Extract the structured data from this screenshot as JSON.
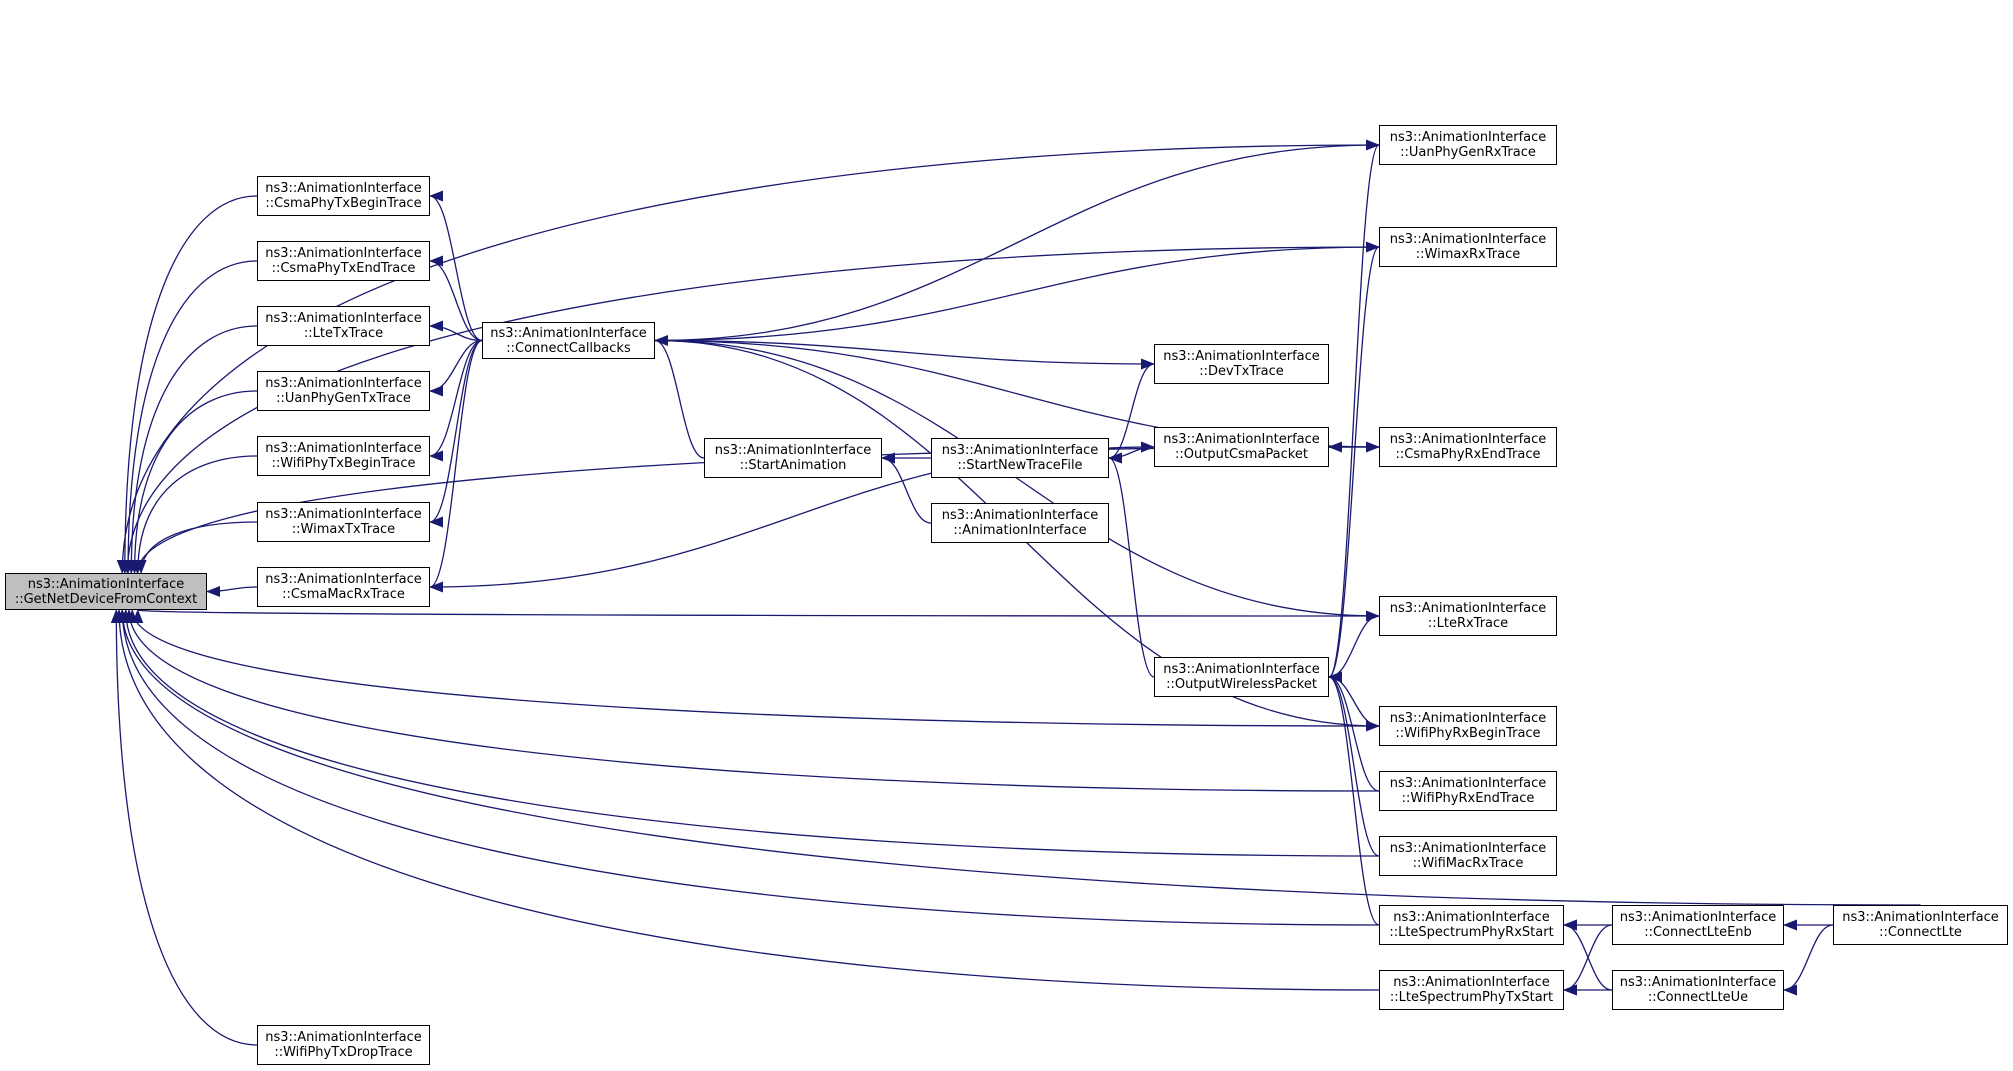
{
  "colors": {
    "edge": "#191970",
    "node_border": "#000000",
    "node_fill": "#ffffff",
    "root_fill": "#bfbfbf"
  },
  "nodes": [
    {
      "id": "GetNetDeviceFromContext",
      "line1": "ns3::AnimationInterface",
      "line2": "::GetNetDeviceFromContext",
      "root": true
    },
    {
      "id": "CsmaPhyTxBeginTrace",
      "line1": "ns3::AnimationInterface",
      "line2": "::CsmaPhyTxBeginTrace"
    },
    {
      "id": "CsmaPhyTxEndTrace",
      "line1": "ns3::AnimationInterface",
      "line2": "::CsmaPhyTxEndTrace"
    },
    {
      "id": "LteTxTrace",
      "line1": "ns3::AnimationInterface",
      "line2": "::LteTxTrace"
    },
    {
      "id": "UanPhyGenTxTrace",
      "line1": "ns3::AnimationInterface",
      "line2": "::UanPhyGenTxTrace"
    },
    {
      "id": "WifiPhyTxBeginTrace",
      "line1": "ns3::AnimationInterface",
      "line2": "::WifiPhyTxBeginTrace"
    },
    {
      "id": "WimaxTxTrace",
      "line1": "ns3::AnimationInterface",
      "line2": "::WimaxTxTrace"
    },
    {
      "id": "CsmaMacRxTrace",
      "line1": "ns3::AnimationInterface",
      "line2": "::CsmaMacRxTrace"
    },
    {
      "id": "WifiPhyTxDropTrace",
      "line1": "ns3::AnimationInterface",
      "line2": "::WifiPhyTxDropTrace"
    },
    {
      "id": "ConnectCallbacks",
      "line1": "ns3::AnimationInterface",
      "line2": "::ConnectCallbacks"
    },
    {
      "id": "StartAnimation",
      "line1": "ns3::AnimationInterface",
      "line2": "::StartAnimation"
    },
    {
      "id": "StartNewTraceFile",
      "line1": "ns3::AnimationInterface",
      "line2": "::StartNewTraceFile"
    },
    {
      "id": "AnimationInterface",
      "line1": "ns3::AnimationInterface",
      "line2": "::AnimationInterface"
    },
    {
      "id": "DevTxTrace",
      "line1": "ns3::AnimationInterface",
      "line2": "::DevTxTrace"
    },
    {
      "id": "OutputCsmaPacket",
      "line1": "ns3::AnimationInterface",
      "line2": "::OutputCsmaPacket"
    },
    {
      "id": "OutputWirelessPacket",
      "line1": "ns3::AnimationInterface",
      "line2": "::OutputWirelessPacket"
    },
    {
      "id": "UanPhyGenRxTrace",
      "line1": "ns3::AnimationInterface",
      "line2": "::UanPhyGenRxTrace"
    },
    {
      "id": "WimaxRxTrace",
      "line1": "ns3::AnimationInterface",
      "line2": "::WimaxRxTrace"
    },
    {
      "id": "CsmaPhyRxEndTrace",
      "line1": "ns3::AnimationInterface",
      "line2": "::CsmaPhyRxEndTrace"
    },
    {
      "id": "LteRxTrace",
      "line1": "ns3::AnimationInterface",
      "line2": "::LteRxTrace"
    },
    {
      "id": "WifiPhyRxBeginTrace",
      "line1": "ns3::AnimationInterface",
      "line2": "::WifiPhyRxBeginTrace"
    },
    {
      "id": "WifiPhyRxEndTrace",
      "line1": "ns3::AnimationInterface",
      "line2": "::WifiPhyRxEndTrace"
    },
    {
      "id": "WifiMacRxTrace",
      "line1": "ns3::AnimationInterface",
      "line2": "::WifiMacRxTrace"
    },
    {
      "id": "LteSpectrumPhyRxStart",
      "line1": "ns3::AnimationInterface",
      "line2": "::LteSpectrumPhyRxStart"
    },
    {
      "id": "LteSpectrumPhyTxStart",
      "line1": "ns3::AnimationInterface",
      "line2": "::LteSpectrumPhyTxStart"
    },
    {
      "id": "ConnectLteEnb",
      "line1": "ns3::AnimationInterface",
      "line2": "::ConnectLteEnb"
    },
    {
      "id": "ConnectLteUe",
      "line1": "ns3::AnimationInterface",
      "line2": "::ConnectLteUe"
    },
    {
      "id": "ConnectLte",
      "line1": "ns3::AnimationInterface",
      "line2": "::ConnectLte"
    }
  ],
  "edges": [
    {
      "from": "CsmaPhyTxBeginTrace",
      "to": "GetNetDeviceFromContext"
    },
    {
      "from": "CsmaPhyTxEndTrace",
      "to": "GetNetDeviceFromContext"
    },
    {
      "from": "LteTxTrace",
      "to": "GetNetDeviceFromContext"
    },
    {
      "from": "UanPhyGenTxTrace",
      "to": "GetNetDeviceFromContext"
    },
    {
      "from": "WifiPhyTxBeginTrace",
      "to": "GetNetDeviceFromContext"
    },
    {
      "from": "WimaxTxTrace",
      "to": "GetNetDeviceFromContext"
    },
    {
      "from": "CsmaMacRxTrace",
      "to": "GetNetDeviceFromContext"
    },
    {
      "from": "WifiPhyTxDropTrace",
      "to": "GetNetDeviceFromContext"
    },
    {
      "from": "UanPhyGenRxTrace",
      "to": "GetNetDeviceFromContext"
    },
    {
      "from": "WimaxRxTrace",
      "to": "GetNetDeviceFromContext"
    },
    {
      "from": "CsmaPhyRxEndTrace",
      "to": "GetNetDeviceFromContext"
    },
    {
      "from": "LteRxTrace",
      "to": "GetNetDeviceFromContext"
    },
    {
      "from": "WifiPhyRxBeginTrace",
      "to": "GetNetDeviceFromContext"
    },
    {
      "from": "WifiPhyRxEndTrace",
      "to": "GetNetDeviceFromContext"
    },
    {
      "from": "WifiMacRxTrace",
      "to": "GetNetDeviceFromContext"
    },
    {
      "from": "LteSpectrumPhyRxStart",
      "to": "GetNetDeviceFromContext"
    },
    {
      "from": "LteSpectrumPhyTxStart",
      "to": "GetNetDeviceFromContext"
    },
    {
      "from": "ConnectLte",
      "to": "GetNetDeviceFromContext"
    },
    {
      "from": "ConnectCallbacks",
      "to": "CsmaPhyTxBeginTrace"
    },
    {
      "from": "ConnectCallbacks",
      "to": "CsmaPhyTxEndTrace"
    },
    {
      "from": "ConnectCallbacks",
      "to": "LteTxTrace"
    },
    {
      "from": "ConnectCallbacks",
      "to": "UanPhyGenTxTrace"
    },
    {
      "from": "ConnectCallbacks",
      "to": "WifiPhyTxBeginTrace"
    },
    {
      "from": "ConnectCallbacks",
      "to": "WimaxTxTrace"
    },
    {
      "from": "ConnectCallbacks",
      "to": "CsmaMacRxTrace"
    },
    {
      "from": "ConnectCallbacks",
      "to": "UanPhyGenRxTrace"
    },
    {
      "from": "ConnectCallbacks",
      "to": "WimaxRxTrace"
    },
    {
      "from": "ConnectCallbacks",
      "to": "CsmaPhyRxEndTrace"
    },
    {
      "from": "ConnectCallbacks",
      "to": "DevTxTrace"
    },
    {
      "from": "ConnectCallbacks",
      "to": "LteRxTrace"
    },
    {
      "from": "ConnectCallbacks",
      "to": "WifiPhyRxBeginTrace"
    },
    {
      "from": "StartAnimation",
      "to": "ConnectCallbacks"
    },
    {
      "from": "StartNewTraceFile",
      "to": "StartAnimation"
    },
    {
      "from": "AnimationInterface",
      "to": "StartAnimation"
    },
    {
      "from": "DevTxTrace",
      "to": "StartNewTraceFile"
    },
    {
      "from": "OutputCsmaPacket",
      "to": "StartNewTraceFile"
    },
    {
      "from": "OutputWirelessPacket",
      "to": "StartNewTraceFile"
    },
    {
      "from": "CsmaMacRxTrace",
      "to": "OutputCsmaPacket"
    },
    {
      "from": "CsmaPhyRxEndTrace",
      "to": "OutputCsmaPacket"
    },
    {
      "from": "UanPhyGenRxTrace",
      "to": "OutputWirelessPacket"
    },
    {
      "from": "WimaxRxTrace",
      "to": "OutputWirelessPacket"
    },
    {
      "from": "LteRxTrace",
      "to": "OutputWirelessPacket"
    },
    {
      "from": "WifiPhyRxBeginTrace",
      "to": "OutputWirelessPacket"
    },
    {
      "from": "WifiPhyRxEndTrace",
      "to": "OutputWirelessPacket"
    },
    {
      "from": "WifiMacRxTrace",
      "to": "OutputWirelessPacket"
    },
    {
      "from": "LteSpectrumPhyRxStart",
      "to": "OutputWirelessPacket"
    },
    {
      "from": "ConnectLteEnb",
      "to": "LteSpectrumPhyRxStart"
    },
    {
      "from": "ConnectLteUe",
      "to": "LteSpectrumPhyRxStart"
    },
    {
      "from": "ConnectLteEnb",
      "to": "LteSpectrumPhyTxStart"
    },
    {
      "from": "ConnectLteUe",
      "to": "LteSpectrumPhyTxStart"
    },
    {
      "from": "ConnectLte",
      "to": "ConnectLteEnb"
    },
    {
      "from": "ConnectLte",
      "to": "ConnectLteUe"
    }
  ]
}
